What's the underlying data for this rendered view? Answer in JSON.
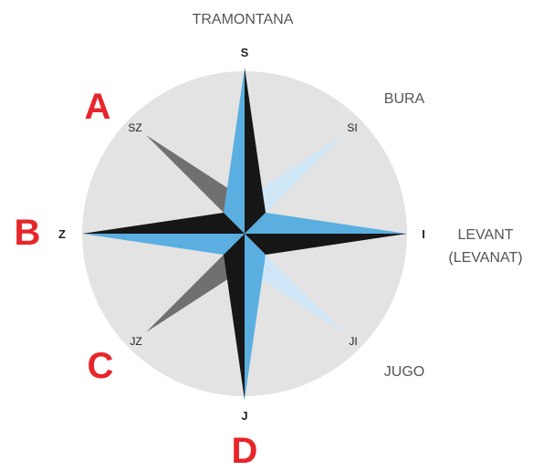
{
  "wind_names": {
    "north": "TRAMONTANA",
    "northeast": "BURA",
    "east_line1": "LEVANT",
    "east_line2": "(LEVANAT)",
    "southeast": "JUGO"
  },
  "points": {
    "north": "S",
    "south": "J",
    "east": "I",
    "west": "Z",
    "northwest": "SZ",
    "northeast": "SI",
    "southwest": "JZ",
    "southeast": "JI"
  },
  "letters": {
    "a": "A",
    "b": "B",
    "c": "C",
    "d": "D"
  },
  "colors": {
    "disc": "#e3e3e3",
    "blue": "#5aaee0",
    "black": "#161616",
    "light_blue": "#cfe6f7",
    "gray": "#707070",
    "red": "#e8252a"
  }
}
